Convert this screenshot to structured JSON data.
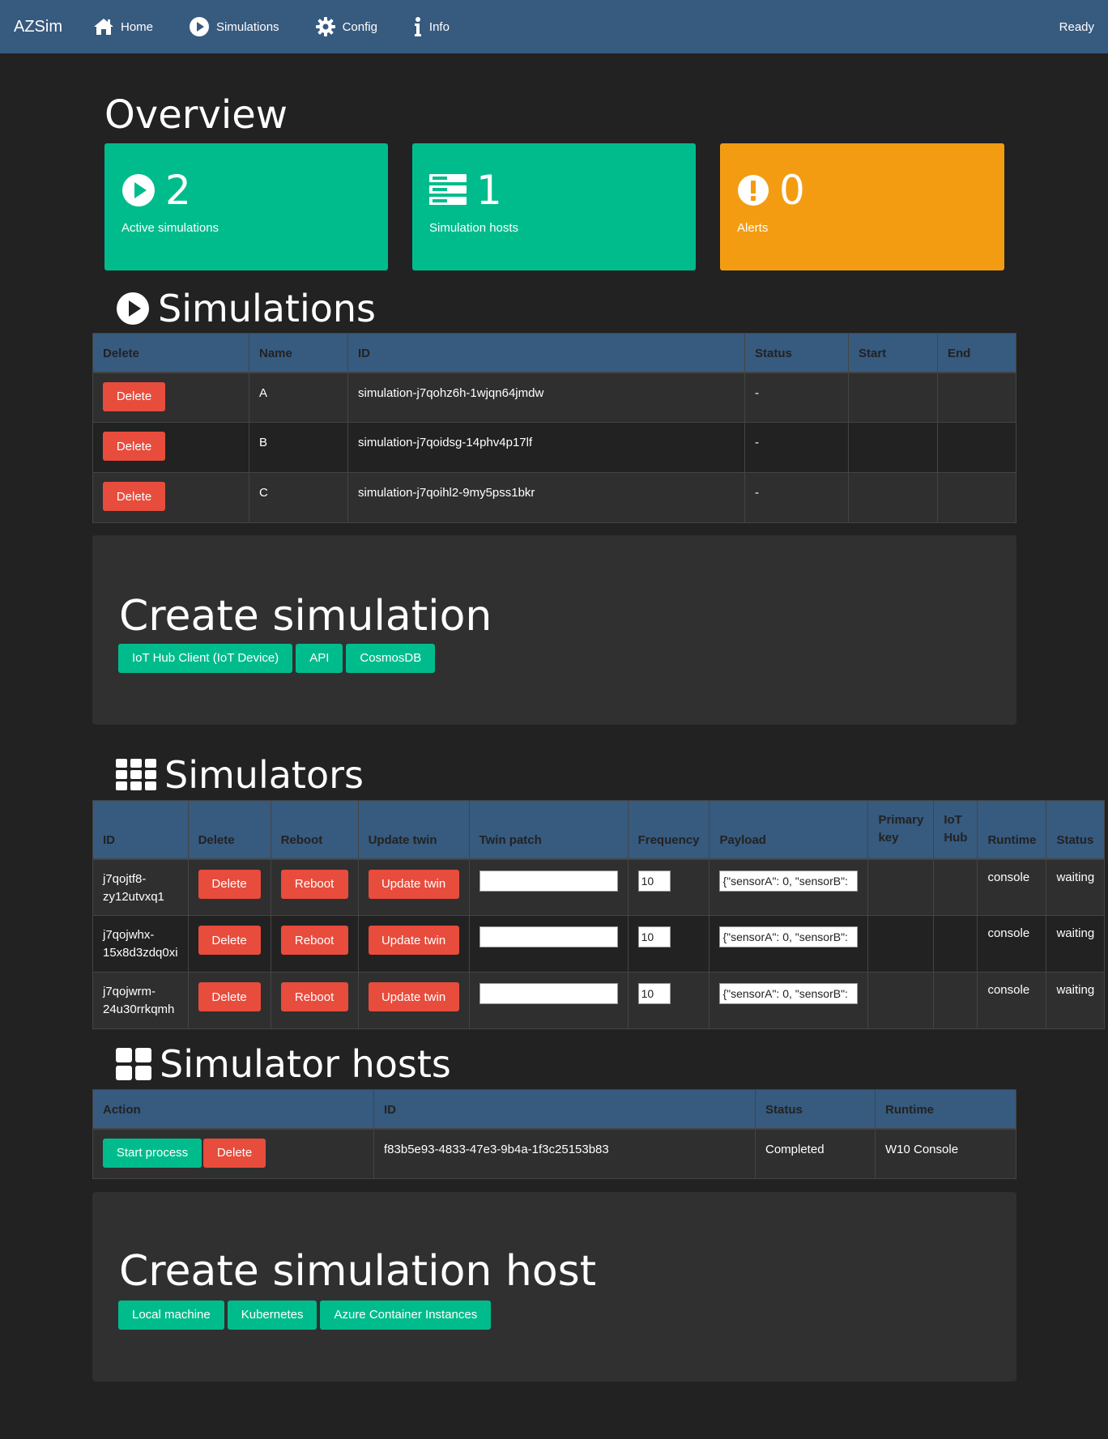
{
  "nav": {
    "brand": "AZSim",
    "items": [
      {
        "label": "Home",
        "icon": "home-icon"
      },
      {
        "label": "Simulations",
        "icon": "play-circle-icon"
      },
      {
        "label": "Config",
        "icon": "gear-icon"
      },
      {
        "label": "Info",
        "icon": "info-icon"
      }
    ],
    "status": "Ready"
  },
  "overview": {
    "title": "Overview",
    "cards": [
      {
        "value": "2",
        "label": "Active simulations",
        "icon": "play-circle-icon",
        "color": "#00bc8c"
      },
      {
        "value": "1",
        "label": "Simulation hosts",
        "icon": "server-icon",
        "color": "#00bc8c"
      },
      {
        "value": "0",
        "label": "Alerts",
        "icon": "alert-icon",
        "color": "#f39c12"
      }
    ]
  },
  "simulations": {
    "title": "Simulations",
    "columns": [
      "Delete",
      "Name",
      "ID",
      "Status",
      "Start",
      "End"
    ],
    "delete_label": "Delete",
    "rows": [
      {
        "name": "A",
        "id": "simulation-j7qohz6h-1wjqn64jmdw",
        "status": "-",
        "start": "",
        "end": ""
      },
      {
        "name": "B",
        "id": "simulation-j7qoidsg-14phv4p17lf",
        "status": "-",
        "start": "",
        "end": ""
      },
      {
        "name": "C",
        "id": "simulation-j7qoihl2-9my5pss1bkr",
        "status": "-",
        "start": "",
        "end": ""
      }
    ]
  },
  "create_simulation": {
    "title": "Create simulation",
    "buttons": [
      "IoT Hub Client (IoT Device)",
      "API",
      "CosmosDB"
    ]
  },
  "simulators": {
    "title": "Simulators",
    "columns": [
      "ID",
      "Delete",
      "Reboot",
      "Update twin",
      "Twin patch",
      "Frequency",
      "Payload",
      "Primary key",
      "IoT Hub",
      "Runtime",
      "Status"
    ],
    "delete_label": "Delete",
    "reboot_label": "Reboot",
    "update_label": "Update twin",
    "rows": [
      {
        "id_line1": "j7qojtf8-",
        "id_line2": "zy12utvxq1",
        "twin_patch": "",
        "frequency": "10",
        "payload": "{\"sensorA\": 0, \"sensorB\":",
        "primary_key": "",
        "iot_hub": "",
        "runtime": "console",
        "status": "waiting"
      },
      {
        "id_line1": "j7qojwhx-",
        "id_line2": "15x8d3zdq0xi",
        "twin_patch": "",
        "frequency": "10",
        "payload": "{\"sensorA\": 0, \"sensorB\":",
        "primary_key": "",
        "iot_hub": "",
        "runtime": "console",
        "status": "waiting"
      },
      {
        "id_line1": "j7qojwrm-",
        "id_line2": "24u30rrkqmh",
        "twin_patch": "",
        "frequency": "10",
        "payload": "{\"sensorA\": 0, \"sensorB\":",
        "primary_key": "",
        "iot_hub": "",
        "runtime": "console",
        "status": "waiting"
      }
    ]
  },
  "hosts": {
    "title": "Simulator hosts",
    "columns": [
      "Action",
      "ID",
      "Status",
      "Runtime"
    ],
    "start_label": "Start process",
    "delete_label": "Delete",
    "rows": [
      {
        "id": "f83b5e93-4833-47e3-9b4a-1f3c25153b83",
        "status": "Completed",
        "runtime": "W10 Console"
      }
    ]
  },
  "create_host": {
    "title": "Create simulation host",
    "buttons": [
      "Local machine",
      "Kubernetes",
      "Azure Container Instances"
    ]
  }
}
